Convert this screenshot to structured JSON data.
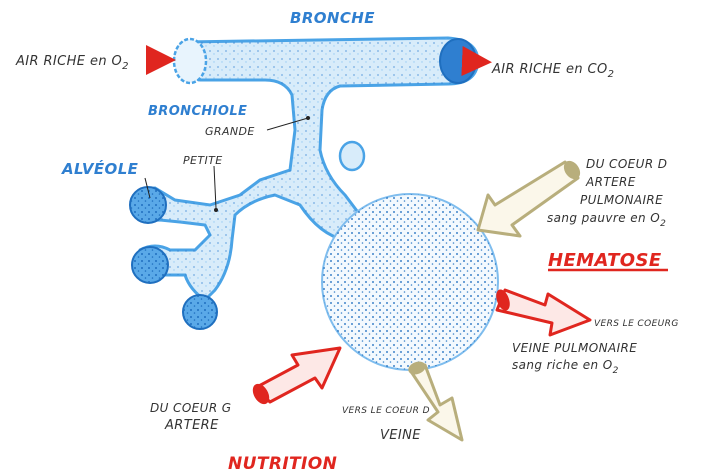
{
  "diagram": {
    "labels": {
      "bronche": "BRONCHE",
      "air_in": "AIR RICHE en O",
      "air_in_sub": "2",
      "air_out": "AIR RICHE en CO",
      "air_out_sub": "2",
      "bronchiole": "BRONCHIOLE",
      "grande": "GRANDE",
      "petite": "PETITE",
      "alveole": "ALVÉOLE",
      "du_coeur_d": "DU COEUR D",
      "artere_pulm_1": "ARTERE",
      "artere_pulm_2": "PULMONAIRE",
      "sang_pauvre": "sang pauvre en O",
      "sang_pauvre_sub": "2",
      "hematose": "HEMATOSE",
      "vers_coeur_g": "VERS LE COEURG",
      "veine_pulm": "VEINE PULMONAIRE",
      "sang_riche": "sang riche en O",
      "sang_riche_sub": "2",
      "du_coeur_g": "DU COEUR G",
      "artere": "ARTERE",
      "vers_coeur_d": "VERS LE COEUR D",
      "veine": "VEINE",
      "nutrition": "NUTRITION"
    },
    "colors": {
      "blue": "#4aa3e6",
      "blue_dark": "#1f6fbf",
      "red": "#e0261f",
      "olive": "#b8ae7c"
    }
  }
}
